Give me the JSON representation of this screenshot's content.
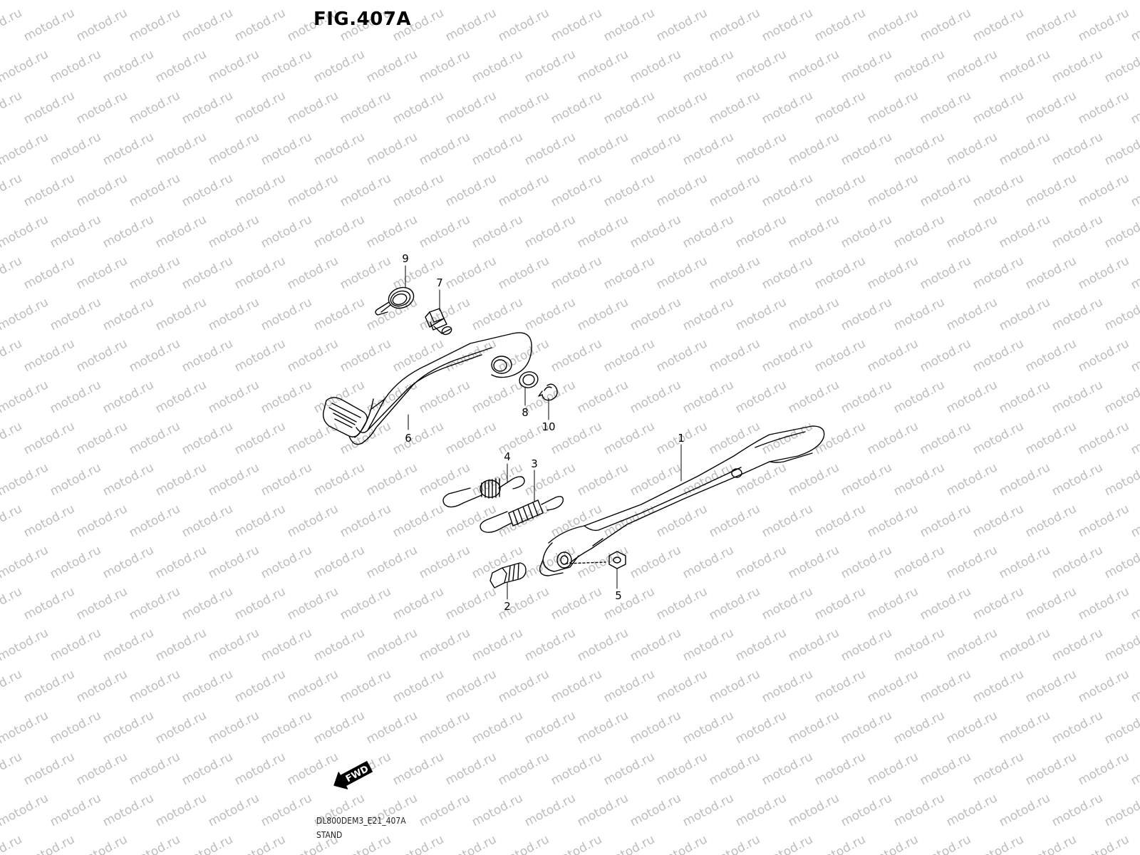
{
  "figure": {
    "title": "FIG.407A",
    "watermark_text": "motod.ru",
    "watermark_color": "#bdbdbd",
    "line_color": "#000000",
    "fwd_label": "FWD"
  },
  "footer": {
    "code": "DL800DEM3_E21_407A",
    "name": "STAND"
  },
  "parts": [
    {
      "number": "1",
      "component": "side stand"
    },
    {
      "number": "2",
      "component": "bolt"
    },
    {
      "number": "3",
      "component": "spring"
    },
    {
      "number": "4",
      "component": "spring"
    },
    {
      "number": "5",
      "component": "nut"
    },
    {
      "number": "6",
      "component": "brake pedal"
    },
    {
      "number": "7",
      "component": "pivot bolt"
    },
    {
      "number": "8",
      "component": "washer"
    },
    {
      "number": "9",
      "component": "return spring"
    },
    {
      "number": "10",
      "component": "circlip"
    }
  ]
}
